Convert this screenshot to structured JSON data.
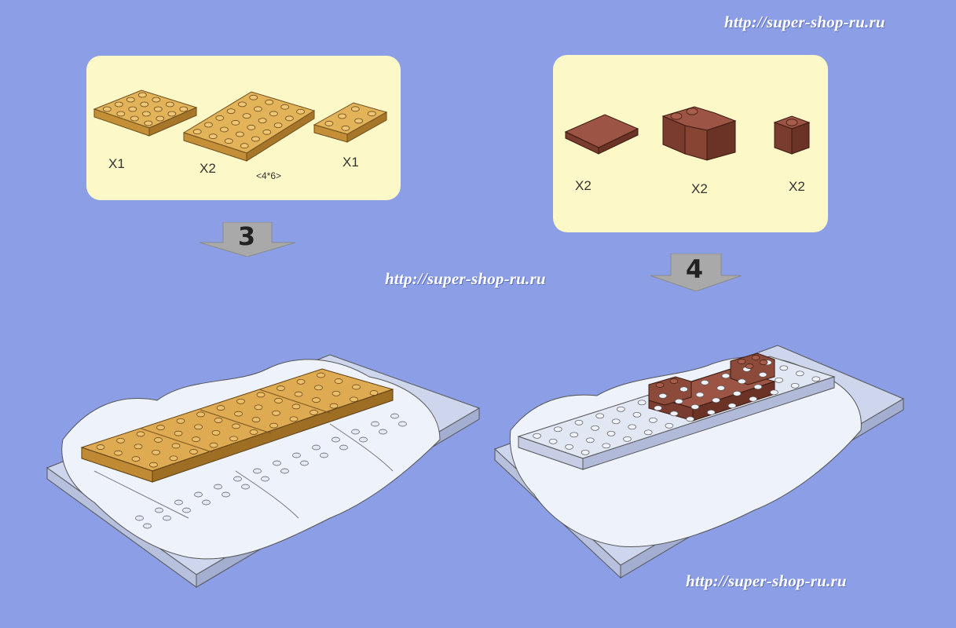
{
  "watermarks": {
    "top": "http://super-shop-ru.ru",
    "middle": "http://super-shop-ru.ru",
    "bottom": "http://super-shop-ru.ru"
  },
  "step3": {
    "number": "3",
    "parts": [
      {
        "qty": "X1",
        "color": "#d9a64a"
      },
      {
        "qty": "X2",
        "size": "<4*6>",
        "color": "#d9a64a"
      },
      {
        "qty": "X1",
        "color": "#d9a64a"
      }
    ]
  },
  "step4": {
    "number": "4",
    "parts": [
      {
        "qty": "X2",
        "color": "#8b4a3a"
      },
      {
        "qty": "X2",
        "color": "#8b4a3a"
      },
      {
        "qty": "X2",
        "color": "#8b4a3a"
      }
    ]
  },
  "colors": {
    "background": "#8b9ee6",
    "panel": "#fdf8c8",
    "tan_brick": "#d9a64a",
    "brown_brick": "#8b4a3a",
    "snow": "#e8ecf6",
    "arrow": "#a9a9a9"
  }
}
